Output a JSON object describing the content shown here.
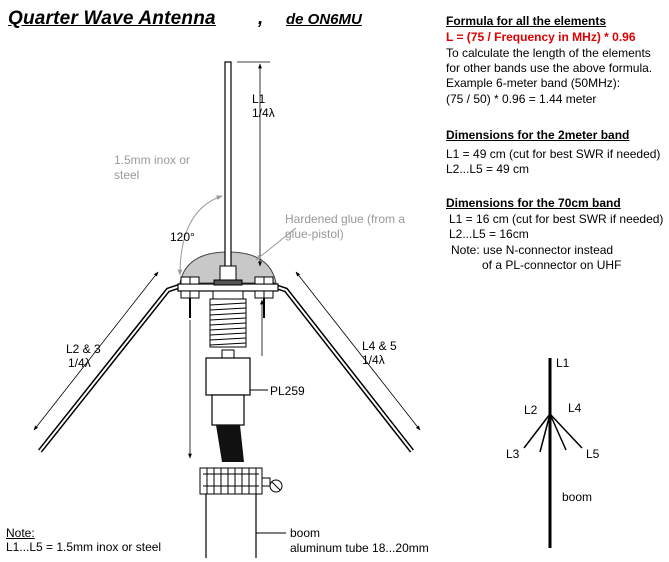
{
  "header": {
    "title": "Quarter Wave Antenna",
    "title_comma": ",",
    "author": "de ON6MU"
  },
  "formula": {
    "heading": "Formula for all the elements",
    "formula": "L = (75 / Frequency in MHz) * 0.96",
    "line1": "To calculate the length of the elements",
    "line2": "for other bands use the above formula.",
    "line3": "Example 6-meter band (50MHz):",
    "line4": "(75 / 50) * 0.96 = 1.44 meter"
  },
  "band_2m": {
    "heading": "Dimensions for the 2meter band",
    "l1": "L1 = 49 cm (cut for  best SWR if needed)",
    "l2_l5": "L2...L5 = 49 cm"
  },
  "band_70cm": {
    "heading": "Dimensions for the 70cm band",
    "l1": "L1 = 16 cm  (cut for  best SWR if needed)",
    "l2_l5": "L2...L5 = 16cm",
    "note1": "Note: use N-connector instead",
    "note2": "of a PL-connector on UHF"
  },
  "labels": {
    "l1": "L1",
    "quarter": "1/4",
    "lambda": "λ",
    "material": "1.5mm inox or",
    "material2": "steel",
    "glue1": "Hardened glue (from a",
    "glue2": "glue-pistol)",
    "angle": "120°",
    "l2_3": "L2 & 3",
    "l4_5": "L4 & 5",
    "pl259": "PL259",
    "boom1": "boom",
    "boom2": "aluminum tube 18...20mm"
  },
  "note": {
    "title": "Note:",
    "text": "L1...L5 = 1.5mm inox or steel"
  },
  "mini": {
    "l1": "L1",
    "l2": "L2",
    "l3": "L3",
    "l4": "L4",
    "l5": "L5",
    "boom": "boom"
  }
}
